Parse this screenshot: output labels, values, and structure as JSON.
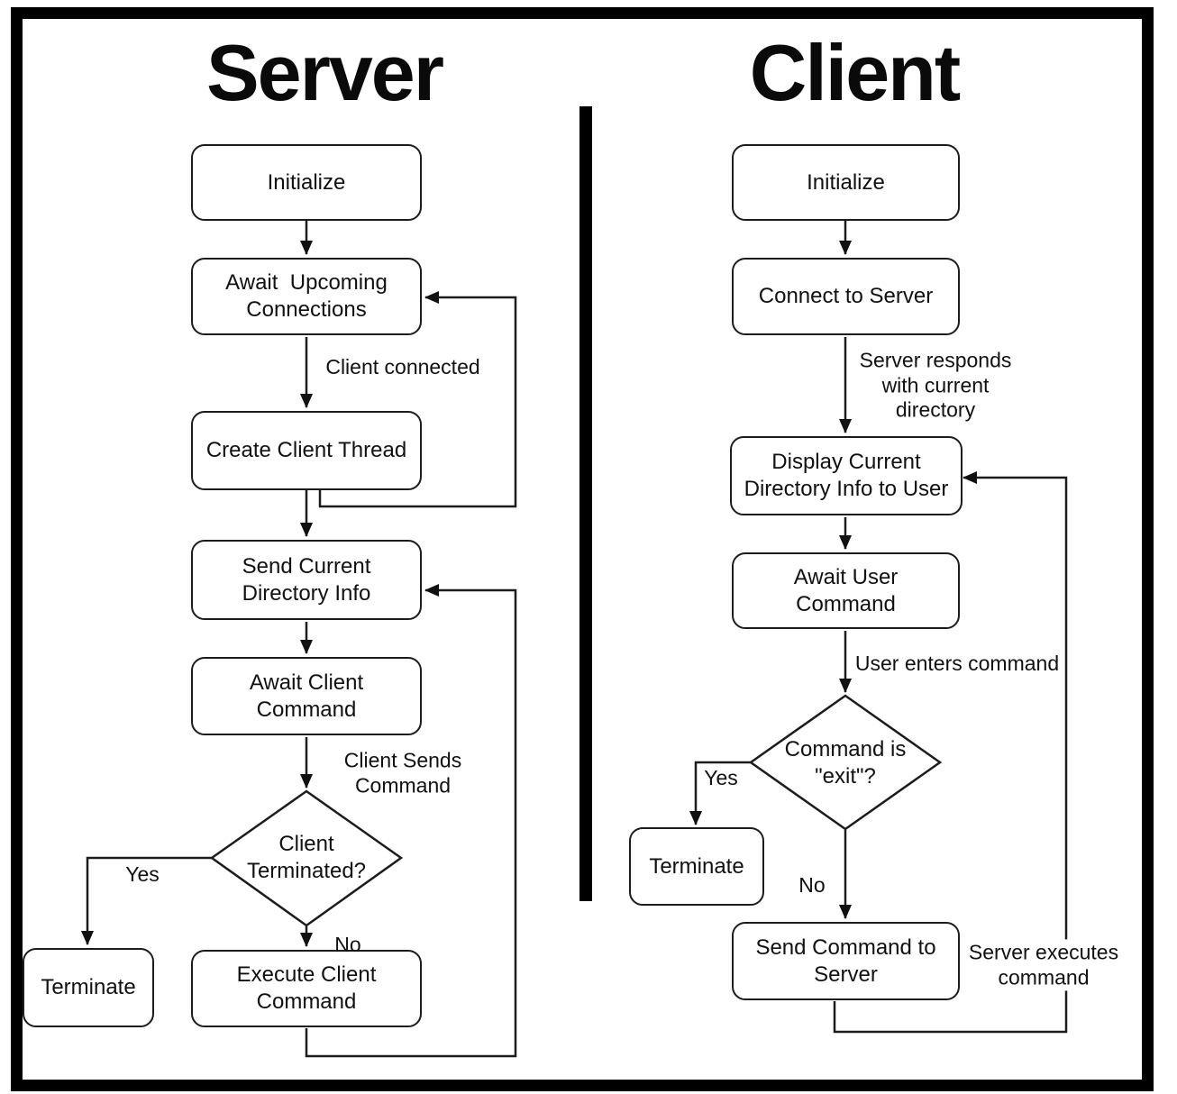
{
  "titles": {
    "server": "Server",
    "client": "Client"
  },
  "colors": {
    "ink": "#1c1c1c",
    "background": "#ffffff"
  },
  "server": {
    "initialize": "Initialize",
    "await_connections": "Await  Upcoming\nConnections",
    "create_thread": "Create Client Thread",
    "send_directory": "Send Current\nDirectory Info",
    "await_command": "Await Client\nCommand",
    "terminated_decision": "Client\nTerminated?",
    "terminate": "Terminate",
    "execute_command": "Execute Client\nCommand",
    "edge_client_connected": "Client connected",
    "edge_client_sends": "Client Sends\nCommand",
    "edge_yes": "Yes",
    "edge_no": "No"
  },
  "client": {
    "initialize": "Initialize",
    "connect": "Connect to Server",
    "display_directory": "Display Current\nDirectory Info to User",
    "await_user": "Await User\nCommand",
    "exit_decision": "Command is\n\"exit\"?",
    "terminate": "Terminate",
    "send_command": "Send Command to\nServer",
    "edge_server_responds": "Server responds\nwith current\ndirectory",
    "edge_user_enters": "User enters command",
    "edge_yes": "Yes",
    "edge_no": "No",
    "edge_server_executes": "Server executes\ncommand"
  }
}
